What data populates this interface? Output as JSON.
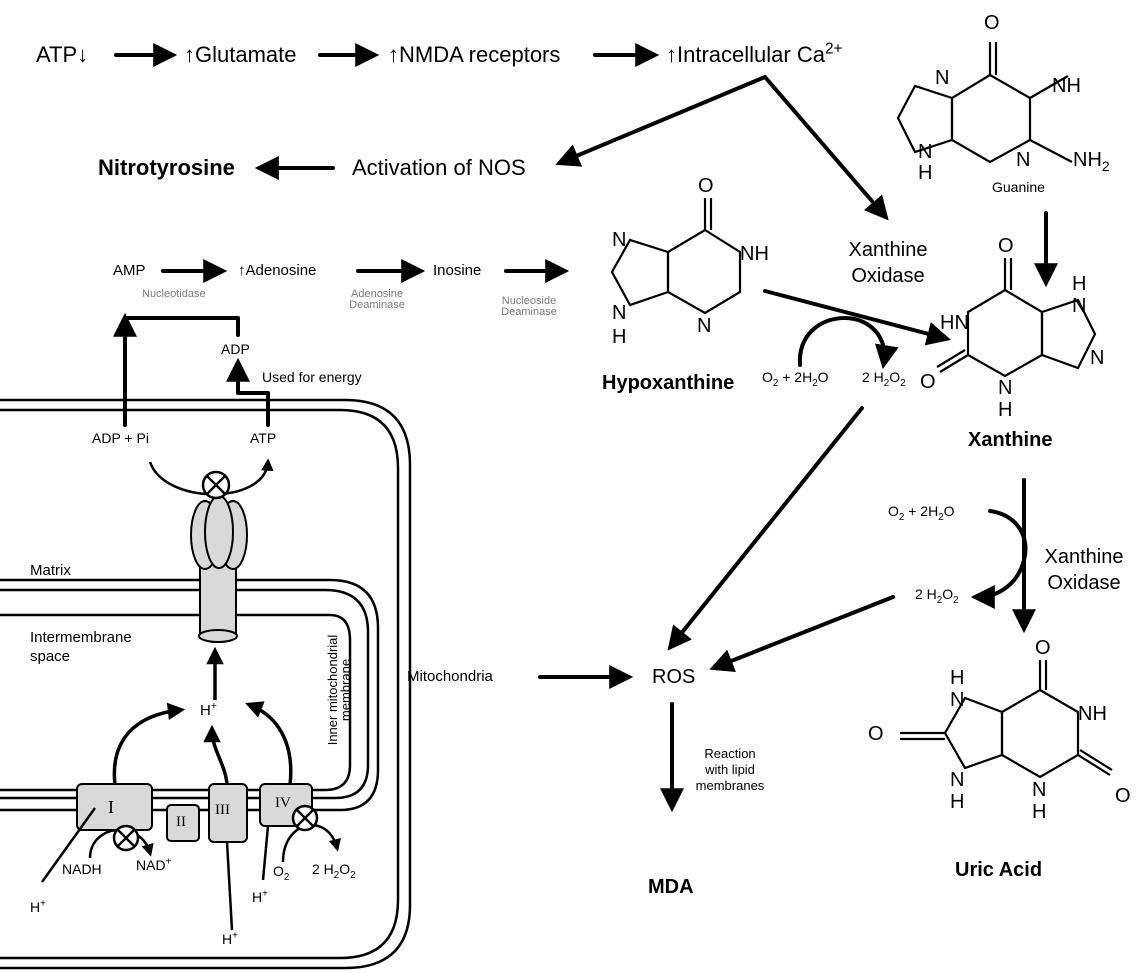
{
  "top_chain": {
    "atp": "ATP",
    "glutamate": "Glutamate",
    "nmda": "NMDA receptors",
    "calcium": "Intracellular Ca",
    "calcium_sup": "2+"
  },
  "nos": {
    "nitrotyrosine": "Nitrotyrosine",
    "activation": "Activation of NOS"
  },
  "purine_chain": {
    "amp": "AMP",
    "nucleotidase": "Nucleotidase",
    "adenosine": "Adenosine",
    "adenosine_deaminase_1": "Adenosine",
    "adenosine_deaminase_2": "Deaminase",
    "inosine": "Inosine",
    "nucleoside_deaminase_1": "Nucleoside",
    "nucleoside_deaminase_2": "Deaminase"
  },
  "energy": {
    "adp": "ADP",
    "used_for_energy": "Used for energy",
    "adp_pi": "ADP + Pi",
    "atp": "ATP"
  },
  "mito": {
    "matrix": "Matrix",
    "intermembrane_1": "Intermembrane",
    "intermembrane_2": "space",
    "inner_membrane_1": "Inner mitochondrial",
    "inner_membrane_2": "membrane",
    "h_center": "H",
    "h_sup": "+",
    "complex_1": "I",
    "complex_2": "II",
    "complex_3": "III",
    "complex_4": "IV",
    "nadh": "NADH",
    "nad": "NAD",
    "nad_sup": "+",
    "o2": "O",
    "o2_sub": "2",
    "h2o2_pre": "2 H",
    "h2o2_sub1": "2",
    "h2o2_o": "O",
    "h2o2_sub2": "2",
    "h_left": "H",
    "h_mid": "H",
    "h_right": "H"
  },
  "xanthine_oxidase_1": {
    "line1": "Xanthine",
    "line2": "Oxidase"
  },
  "xanthine_oxidase_2": {
    "line1": "Xanthine",
    "line2": "Oxidase"
  },
  "reaction1": {
    "o2": "O",
    "o2_sub": "2",
    "plus": " + 2H",
    "h2o_sub": "2",
    "h2o_o": "O",
    "h2o2_pre": "2 H",
    "h2o2_sub1": "2",
    "h2o2_o": "O",
    "h2o2_sub2": "2"
  },
  "reaction2": {
    "o2": "O",
    "o2_sub": "2",
    "plus": " + 2H",
    "h2o_sub": "2",
    "h2o_o": "O",
    "h2o2_pre": "2 H",
    "h2o2_sub1": "2",
    "h2o2_o": "O",
    "h2o2_sub2": "2"
  },
  "molecules": {
    "guanine": "Guanine",
    "hypoxanthine": "Hypoxanthine",
    "xanthine": "Xanthine",
    "uric_acid": "Uric Acid",
    "atoms": {
      "O": "O",
      "N": "N",
      "NH": "NH",
      "H": "H",
      "HN": "HN",
      "NH2": "NH",
      "NH2_sub": "2"
    }
  },
  "ros_section": {
    "mitochondria": "Mitochondria",
    "ros": "ROS",
    "reaction_1": "Reaction",
    "reaction_2": "with lipid",
    "reaction_3": "membranes",
    "mda": "MDA"
  }
}
